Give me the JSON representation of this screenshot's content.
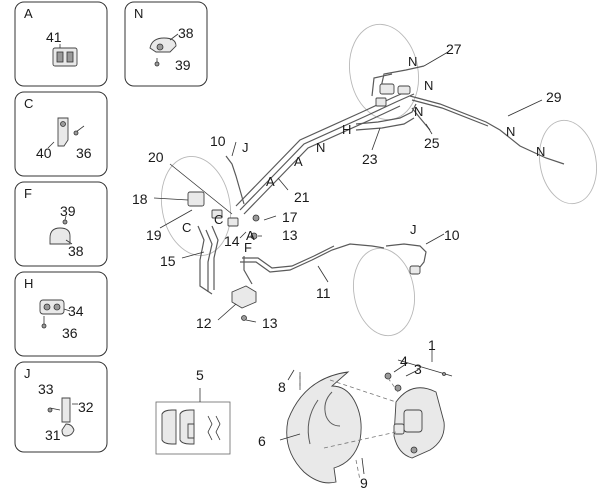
{
  "insets": [
    {
      "id": "A",
      "title": "A",
      "callouts": [
        "41"
      ]
    },
    {
      "id": "N",
      "title": "N",
      "callouts": [
        "38",
        "39"
      ]
    },
    {
      "id": "C",
      "title": "C",
      "callouts": [
        "40",
        "36"
      ]
    },
    {
      "id": "F",
      "title": "F",
      "callouts": [
        "39",
        "38"
      ]
    },
    {
      "id": "H",
      "title": "H",
      "callouts": [
        "34",
        "36"
      ]
    },
    {
      "id": "J",
      "title": "J",
      "callouts": [
        "33",
        "32",
        "31"
      ]
    }
  ],
  "callouts": {
    "c1": "1",
    "c3": "3",
    "c4": "4",
    "c5": "5",
    "c6": "6",
    "c8": "8",
    "c9": "9",
    "c10a": "10",
    "c10b": "10",
    "c11": "11",
    "c12": "12",
    "c13a": "13",
    "c13b": "13",
    "c14": "14",
    "c15": "15",
    "c17": "17",
    "c18": "18",
    "c19": "19",
    "c20": "20",
    "c21": "21",
    "c23": "23",
    "c25": "25",
    "c27": "27",
    "c29": "29"
  },
  "location_letters": {
    "J1": "J",
    "J2": "J",
    "N1": "N",
    "N2": "N",
    "N3": "N",
    "N4": "N",
    "N5": "N",
    "A1": "A",
    "A2": "A",
    "A3": "A",
    "C1": "C",
    "C2": "C",
    "F1": "F",
    "H1": "H"
  }
}
